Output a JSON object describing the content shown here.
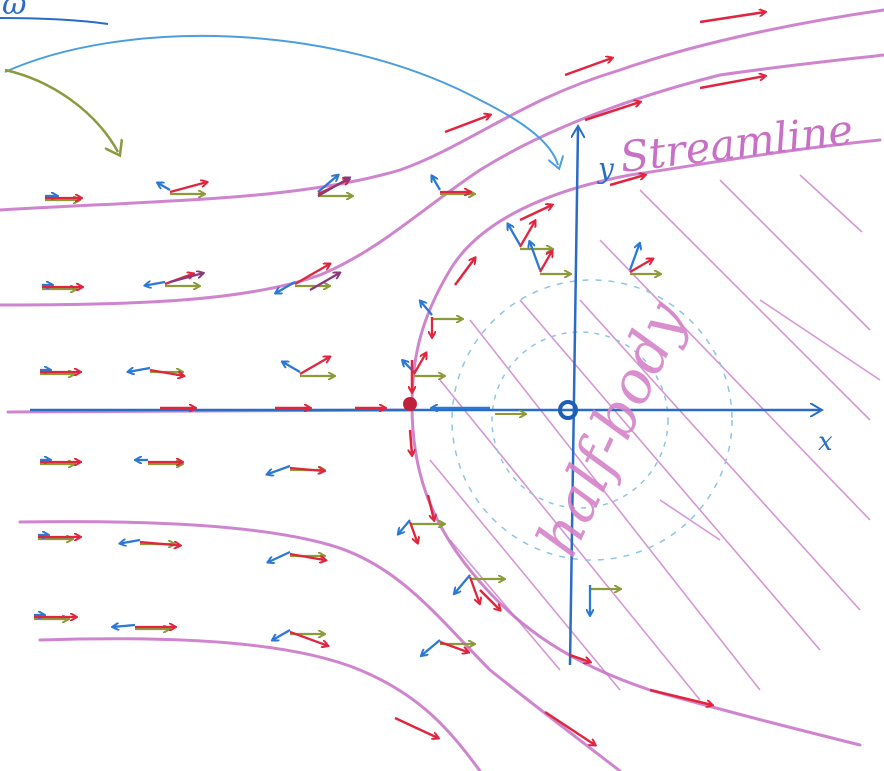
{
  "labels": {
    "streamline": "Streamline",
    "half_body": "half-body",
    "x_axis": "x",
    "y_axis": "y",
    "corner_fragment": "ω"
  },
  "colors": {
    "streamline": "#c770c6",
    "velocity_total": "#e0253f",
    "velocity_source": "#2b79d4",
    "velocity_uniform": "#8c9a3a",
    "axis": "#2a6cc4",
    "hatching": "#c874c8",
    "pointer_blue": "#4a9ee0",
    "pointer_green": "#8b9a3e",
    "dashed_circle": "#8ec4e8",
    "stagnation": "#c0203a",
    "origin": "#1d5fb8",
    "purple_arrow": "#8a3a7a"
  }
}
